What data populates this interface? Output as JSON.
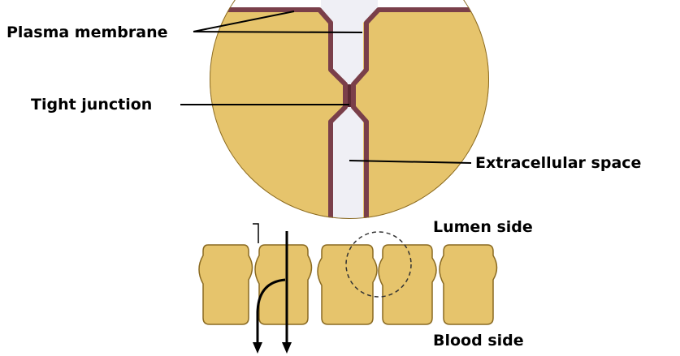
{
  "labels": {
    "plasma_membrane": "Plasma membrane",
    "tight_junction": "Tight junction",
    "extracellular_space": "Extracellular space",
    "lumen_side": "Lumen side",
    "blood_side": "Blood side"
  },
  "colors": {
    "cell_fill": "#E6C46C",
    "cell_stroke": "#8A6A22",
    "membrane": "#7A3F4A",
    "extracellular": "#EFEFF5",
    "leader": "#000000"
  }
}
